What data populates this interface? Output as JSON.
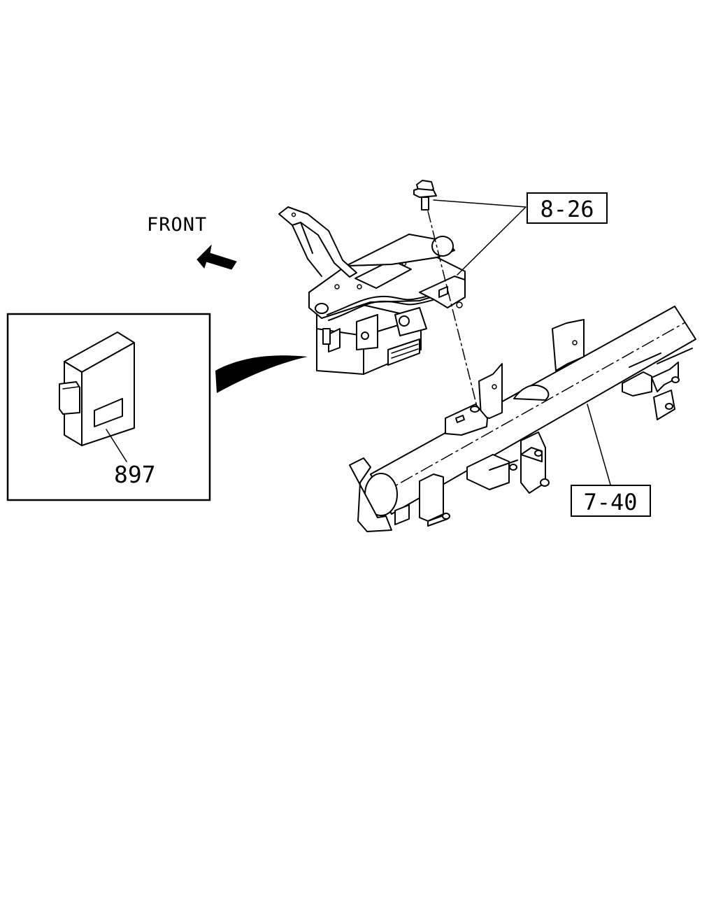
{
  "diagram": {
    "direction_label": "FRONT",
    "callouts": {
      "bolt": "8-26",
      "crossmember": "7-40",
      "module": "897"
    }
  }
}
